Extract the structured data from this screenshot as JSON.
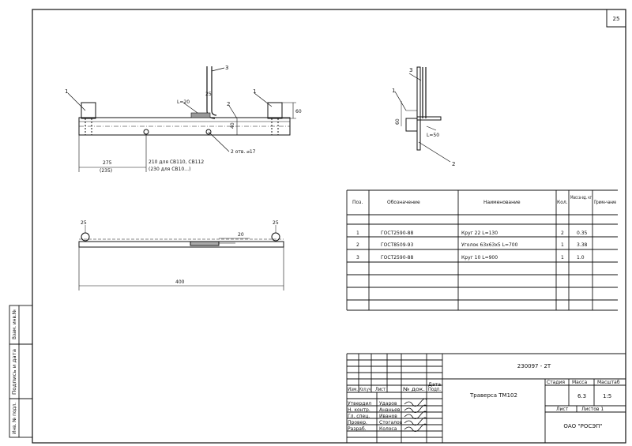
{
  "sheet_number": "25",
  "views": {
    "top": {
      "callouts": [
        "1",
        "3",
        "2",
        "1"
      ],
      "weld_label": "L=20",
      "weld_size": "25",
      "dim_gap": "60",
      "dim_height": "40",
      "hole_label": "2 отв. ⌀17",
      "dim_left": "275",
      "dim_left_alt": "(235)",
      "note_line1": "210 для СВ110, СВ112",
      "note_line2": "(230 для СВ10…)"
    },
    "bottom": {
      "left_size": "25",
      "right_size": "25",
      "weld_len": "20",
      "overall_len": "400"
    },
    "side": {
      "callouts": [
        "3",
        "1",
        "2"
      ],
      "dim_height": "60",
      "weld_label": "L=50"
    }
  },
  "spec": {
    "headers": [
      "Поз.",
      "Обозначение",
      "Наименование",
      "Кол.",
      "Масса ед. кг",
      "Приме-чание"
    ],
    "rows": [
      {
        "pos": "1",
        "designation": "ГОСТ2590-88",
        "name": "Круг  22   L=130",
        "qty": "2",
        "mass": "0.35",
        "note": ""
      },
      {
        "pos": "2",
        "designation": "ГОСТ8509-93",
        "name": "Уголок 63х63х5   L=700",
        "qty": "1",
        "mass": "3.38",
        "note": ""
      },
      {
        "pos": "3",
        "designation": "ГОСТ2590-88",
        "name": "Круг  10   L=900",
        "qty": "1",
        "mass": "1.0",
        "note": ""
      }
    ]
  },
  "left_strip": [
    "Взам. инв.№",
    "Подпись и дата",
    "Инв. № подл."
  ],
  "title_block": {
    "doc_number": "230097 - 2Т",
    "title": "Траверса ТМ102",
    "stage_label": "Стадия",
    "mass_label": "Масса",
    "scale_label": "Масштаб",
    "mass_value": "6.3",
    "scale_value": "1:5",
    "sheet_label": "Лист",
    "sheets_label": "Листов   1",
    "company": "ОАО \"РОСЭП\"",
    "col_labels": [
      "Изм.",
      "Кол.уч",
      "Лист",
      "№ док.",
      "Подп.",
      "Дата"
    ],
    "roles": [
      {
        "role": "Утвердил",
        "name": "Ударов"
      },
      {
        "role": "Н. контр.",
        "name": "Ананьев"
      },
      {
        "role": "Гл. спец.",
        "name": "Иванов"
      },
      {
        "role": "Провер.",
        "name": "Стогалов"
      },
      {
        "role": "Разраб.",
        "name": "Колоса"
      }
    ]
  }
}
